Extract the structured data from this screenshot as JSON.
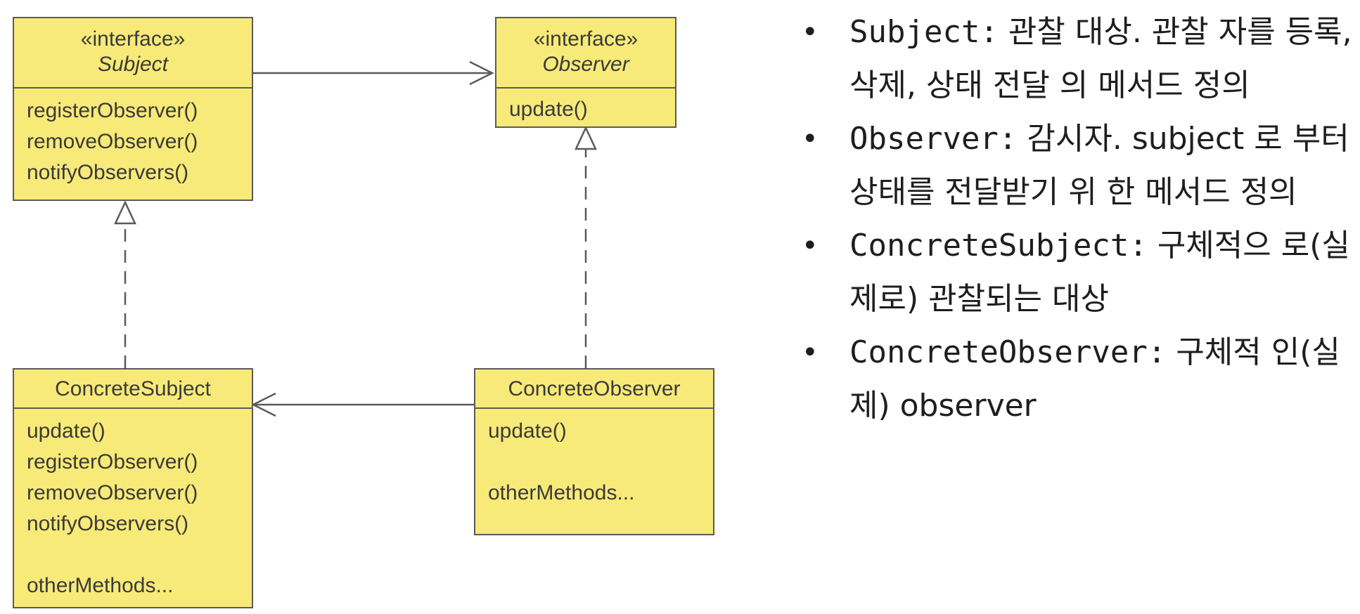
{
  "diagram": {
    "subject": {
      "stereotype": "«interface»",
      "name": "Subject",
      "methods": [
        "registerObserver()",
        "removeObserver()",
        "notifyObservers()"
      ]
    },
    "observer": {
      "stereotype": "«interface»",
      "name": "Observer",
      "methods": [
        "update()"
      ]
    },
    "concrete_subject": {
      "name": "ConcreteSubject",
      "methods": [
        "update()",
        "registerObserver()",
        "removeObserver()",
        "notifyObservers()",
        "",
        "otherMethods..."
      ]
    },
    "concrete_observer": {
      "name": "ConcreteObserver",
      "methods": [
        "update()",
        "",
        "otherMethods..."
      ]
    },
    "colors": {
      "class_fill": "#f8ea78",
      "border": "#5a5a5a",
      "line": "#5a5a5a"
    }
  },
  "notes": [
    {
      "term": "Subject:",
      "text": " 관찰 대상. 관찰 자를 등록, 삭제, 상태 전달 의 메서드 정의"
    },
    {
      "term": "Observer:",
      "text": " 감시자. subject 로 부터 상태를 전달받기 위 한 메서드 정의"
    },
    {
      "term": "ConcreteSubject:",
      "text": " 구체적으 로(실제로) 관찰되는 대상"
    },
    {
      "term": "ConcreteObserver:",
      "text": " 구체적 인(실제) observer"
    }
  ]
}
